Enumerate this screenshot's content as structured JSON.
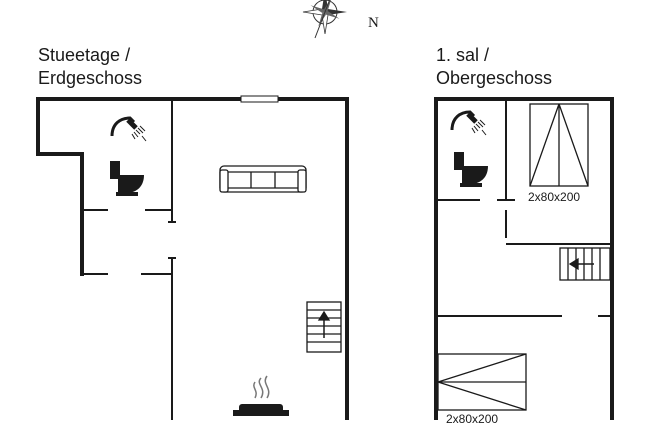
{
  "compass": {
    "icon": "compass-rose-icon",
    "north_label": "N"
  },
  "ground_floor": {
    "title_line1": "Stueetage /",
    "title_line2": "Erdgeschoss"
  },
  "upper_floor": {
    "title_line1": "1. sal /",
    "title_line2": "Obergeschoss"
  },
  "beds": {
    "upper_bed_room": "2x80x200",
    "lower_bed_room": "2x80x200"
  },
  "symbols": [
    "shower-icon",
    "toilet-icon",
    "sofa-icon",
    "stairs-up-icon",
    "stove-icon",
    "stairs-down-icon",
    "bed-icon"
  ],
  "colors": {
    "wall": "#1a1a1a",
    "background": "#ffffff"
  }
}
